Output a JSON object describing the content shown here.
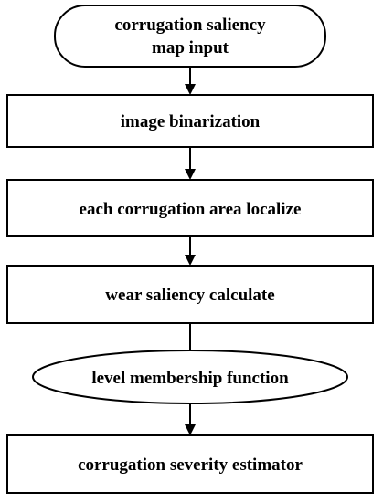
{
  "flowchart": {
    "input": {
      "line1": "corrugation saliency",
      "line2": "map input"
    },
    "step1": "image binarization",
    "step2": "each corrugation area localize",
    "step3": "wear saliency calculate",
    "decision": "level membership function",
    "output": "corrugation severity estimator"
  }
}
